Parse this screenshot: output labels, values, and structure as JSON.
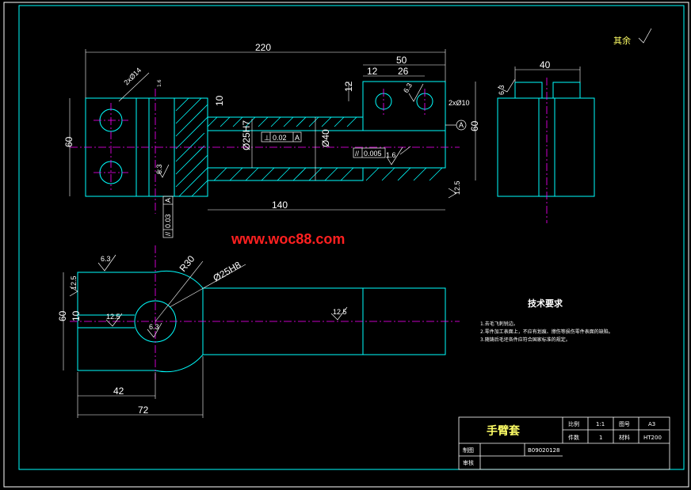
{
  "watermark": "www.woc88.com",
  "roughness_note": "其余",
  "dimensions": {
    "d220": "220",
    "d50": "50",
    "d12a": "12",
    "d26": "26",
    "d40": "40",
    "d12b": "12",
    "d10a": "10",
    "d60a": "60",
    "d60b": "60",
    "d140": "140",
    "d2phi14": "2xØ14",
    "d2phi10": "2xØ10",
    "d25h7": "Ø25H7",
    "d40phi": "Ø40",
    "d60c": "60",
    "d10b": "10",
    "d42": "42",
    "d72": "72",
    "r30": "R30",
    "d25h8": "Ø25H8"
  },
  "tolerances": {
    "perp": "⊥",
    "perp_val": "0.02",
    "perp_ref": "A",
    "par": "//",
    "par_val": "0.005",
    "par2": "//",
    "par2_val": "0.03",
    "par2_ref": "A",
    "datum": "A"
  },
  "roughness": {
    "r1": "6.3",
    "r2": "6.3",
    "r3": "1.6",
    "r4": "12.5",
    "r5": "6.3",
    "r6": "6.3",
    "r7": "12.5",
    "r8": "12.5",
    "r9": "6.3",
    "r10": "12.5",
    "r11": "1.6"
  },
  "tech": {
    "heading": "技术要求",
    "items": [
      "1.去毛飞刺锐边。",
      "2.零件加工表面上，不应有划痕、擦伤等损伤零件表面的缺陷。",
      "3.随铸后毛坯各件应符合国家标准的规定。"
    ]
  },
  "title_block": {
    "part_name": "手臂套",
    "scale_label": "比例",
    "scale_value": "1:1",
    "sheet_label": "图号",
    "sheet_value": "A3",
    "qty_label": "件数",
    "qty_value": "1",
    "material_label": "材料",
    "material_value": "HT200",
    "drawn_label": "制图",
    "drawn_value": "B09020128",
    "checked_label": "审核"
  }
}
